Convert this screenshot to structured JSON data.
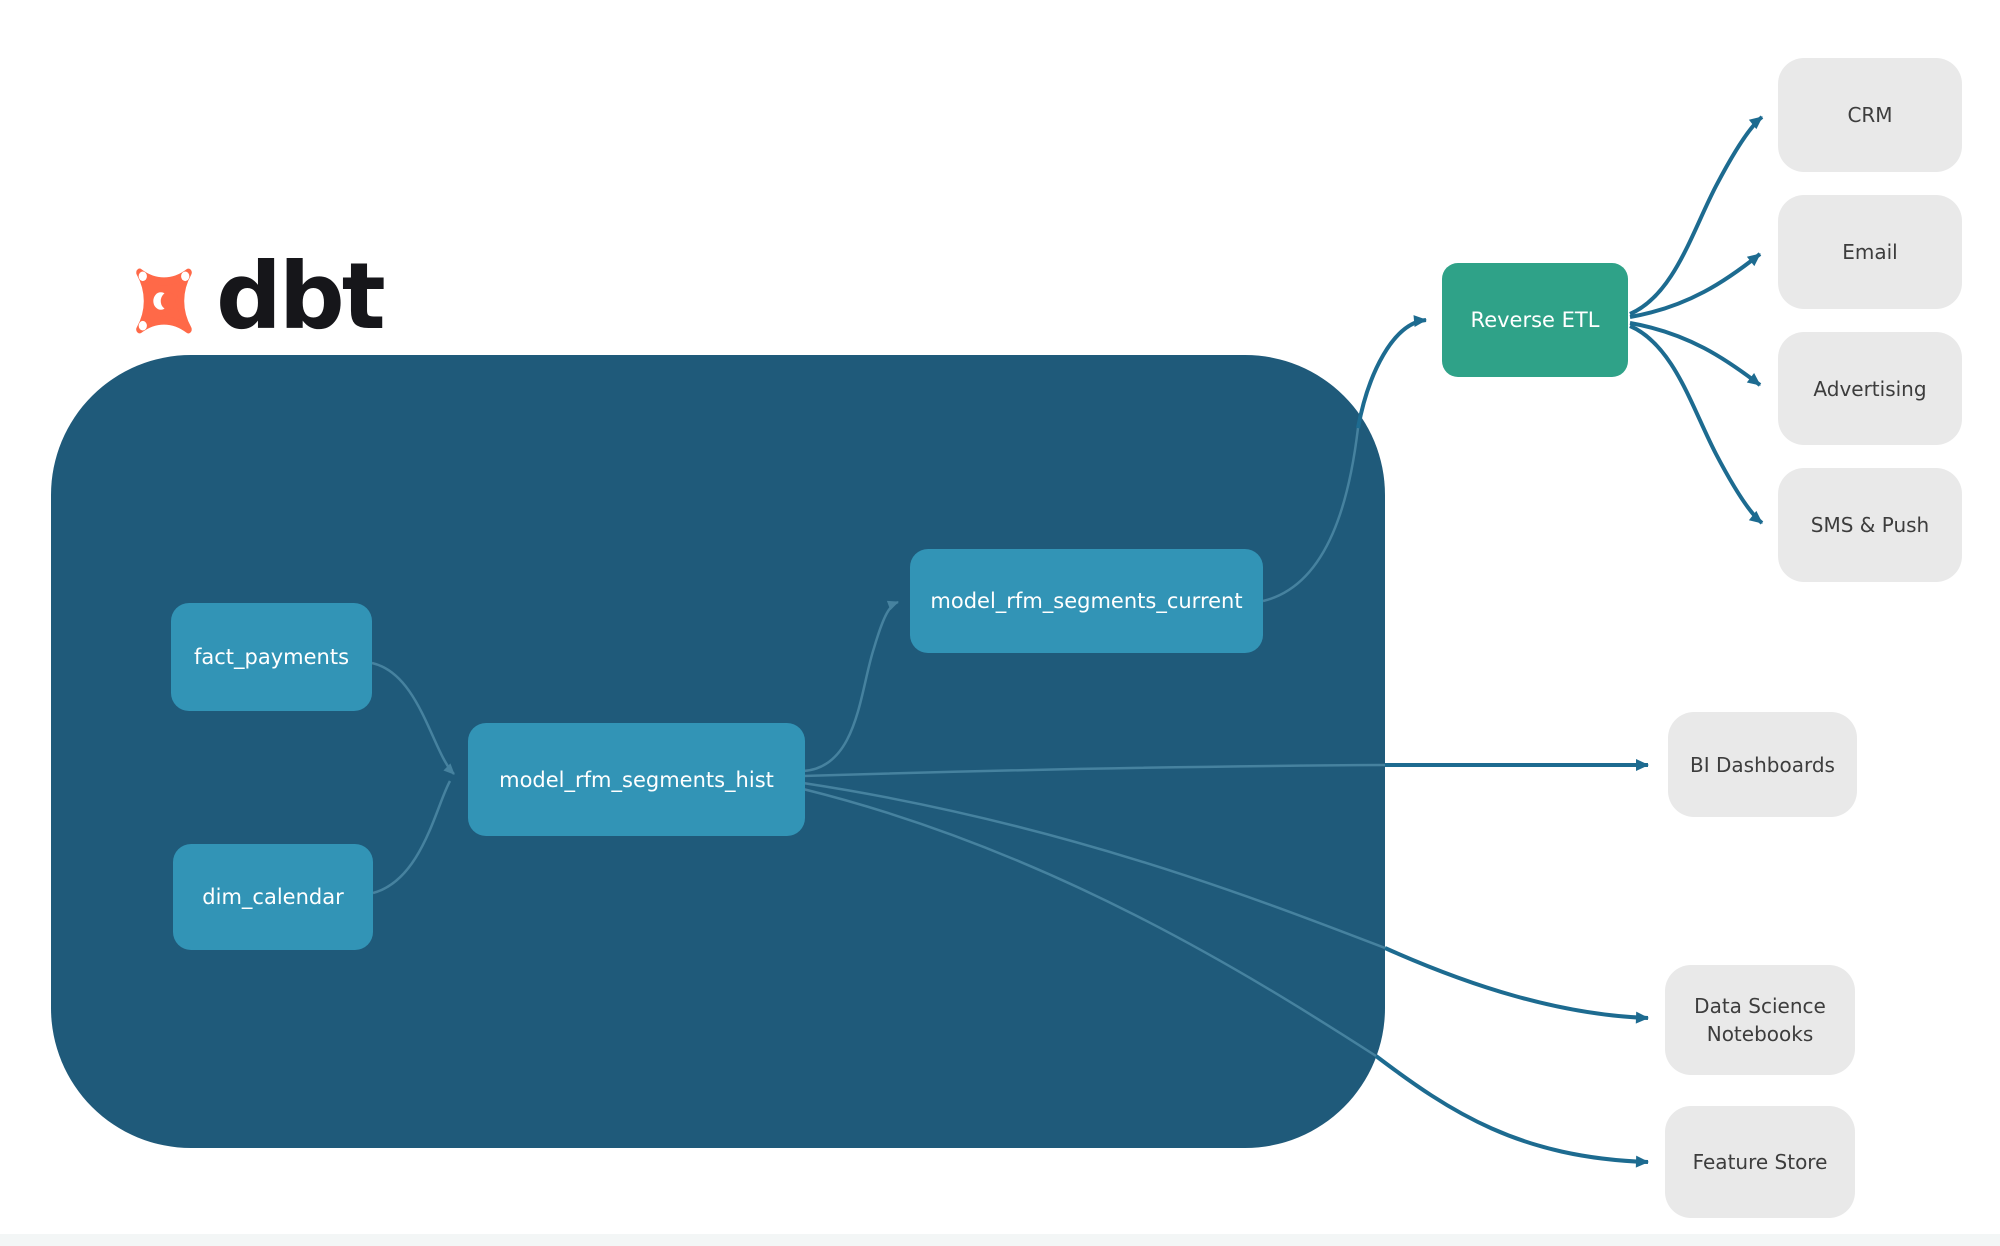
{
  "brand": {
    "name": "dbt"
  },
  "colors": {
    "container": "#1f5a7a",
    "model_node": "#3294b6",
    "reverse_etl_node": "#2fa288",
    "destination_node": "#e9e9e9",
    "arrow_dark": "#1d6b90",
    "arrow_light": "#46829f",
    "logo_orange": "#ff6948"
  },
  "nodes": {
    "fact_payments": {
      "label": "fact_payments"
    },
    "dim_calendar": {
      "label": "dim_calendar"
    },
    "model_rfm_segments_hist": {
      "label": "model_rfm_segments_hist"
    },
    "model_rfm_segments_current": {
      "label": "model_rfm_segments_current"
    },
    "reverse_etl": {
      "label": "Reverse ETL"
    },
    "crm": {
      "label": "CRM"
    },
    "email": {
      "label": "Email"
    },
    "advertising": {
      "label": "Advertising"
    },
    "sms_push": {
      "label": "SMS & Push"
    },
    "bi_dashboards": {
      "label": "BI Dashboards"
    },
    "data_science_notebooks": {
      "label": "Data Science Notebooks"
    },
    "feature_store": {
      "label": "Feature Store"
    }
  },
  "edges": [
    {
      "from": "fact_payments",
      "to": "model_rfm_segments_hist"
    },
    {
      "from": "dim_calendar",
      "to": "model_rfm_segments_hist"
    },
    {
      "from": "model_rfm_segments_hist",
      "to": "model_rfm_segments_current"
    },
    {
      "from": "model_rfm_segments_hist",
      "to": "bi_dashboards"
    },
    {
      "from": "model_rfm_segments_hist",
      "to": "data_science_notebooks"
    },
    {
      "from": "model_rfm_segments_hist",
      "to": "feature_store"
    },
    {
      "from": "model_rfm_segments_current",
      "to": "reverse_etl"
    },
    {
      "from": "reverse_etl",
      "to": "crm"
    },
    {
      "from": "reverse_etl",
      "to": "email"
    },
    {
      "from": "reverse_etl",
      "to": "advertising"
    },
    {
      "from": "reverse_etl",
      "to": "sms_push"
    }
  ]
}
